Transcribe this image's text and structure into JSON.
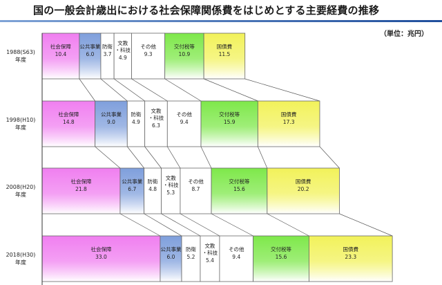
{
  "title": "国の一般会計歳出における社会保障関係費をはじめとする主要経費の推移",
  "unit": "（単位：兆円）",
  "chart_data": {
    "type": "bar",
    "orientation": "horizontal",
    "stacked": true,
    "categories": [
      {
        "year": "1988(S63)",
        "suffix": "年度"
      },
      {
        "year": "1998(H10)",
        "suffix": "年度"
      },
      {
        "year": "2008(H20)",
        "suffix": "年度"
      },
      {
        "year": "2018(H30)",
        "suffix": "年度"
      }
    ],
    "series": [
      {
        "name": "社会保障",
        "color": "#f07ff0",
        "values": [
          10.4,
          14.8,
          21.8,
          33.0
        ]
      },
      {
        "name": "公共事業",
        "color": "#7f9fdc",
        "values": [
          6.0,
          9.0,
          6.7,
          6.0
        ]
      },
      {
        "name": "防衛",
        "color": "#ffffff",
        "values": [
          3.7,
          4.9,
          4.8,
          5.2
        ]
      },
      {
        "name": "文教\n・科技",
        "color": "#ffffff",
        "values": [
          4.9,
          6.3,
          5.3,
          5.4
        ]
      },
      {
        "name": "その他",
        "color": "#ffffff",
        "values": [
          9.3,
          9.4,
          8.7,
          9.4
        ]
      },
      {
        "name": "交付税等",
        "color": "#7ee84a",
        "values": [
          10.9,
          15.9,
          15.6,
          15.6
        ]
      },
      {
        "name": "国債費",
        "color": "#f2f25a",
        "values": [
          11.5,
          17.3,
          20.2,
          23.3
        ]
      }
    ]
  }
}
